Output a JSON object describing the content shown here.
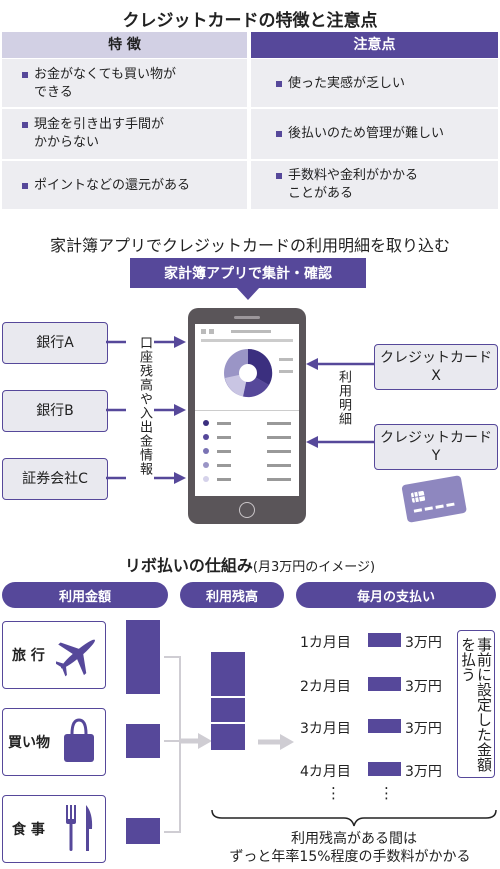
{
  "section1": {
    "title": "クレジットカードの特徴と注意点",
    "col_features": "特 徴",
    "col_cautions": "注意点",
    "rows": [
      {
        "feature_line1": "お金がなくても買い物が",
        "feature_line2": "できる",
        "caution_line1": "使った実感が乏しい",
        "caution_line2": ""
      },
      {
        "feature_line1": "現金を引き出す手間が",
        "feature_line2": "かからない",
        "caution_line1": "後払いのため管理が難しい",
        "caution_line2": ""
      },
      {
        "feature_line1": "ポイントなどの還元がある",
        "feature_line2": "",
        "caution_line1": "手数料や金利がかかる",
        "caution_line2": "ことがある"
      }
    ]
  },
  "section2": {
    "title": "家計簿アプリでクレジットカードの利用明細を取り込む",
    "app_label": "家計簿アプリで集計・確認",
    "left_sources": [
      "銀行A",
      "銀行B",
      "証券会社C"
    ],
    "left_caption": "口座残高や入出金情報",
    "right_sources": [
      {
        "line1": "クレジットカード",
        "line2": "X"
      },
      {
        "line1": "クレジットカード",
        "line2": "Y"
      }
    ],
    "right_caption": "利用明細",
    "colors": {
      "accent": "#56489a",
      "light": "#e9e9ef",
      "phone": "#5a5559"
    }
  },
  "section3": {
    "title": "リボ払いの仕組み",
    "subtitle": "(月3万円のイメージ)",
    "headers": [
      "利用金額",
      "利用残高",
      "毎月の支払い"
    ],
    "categories": [
      {
        "label": "旅 行",
        "icon": "airplane-icon"
      },
      {
        "label": "買い物",
        "icon": "shopping-bag-icon"
      },
      {
        "label": "食 事",
        "icon": "fork-knife-icon"
      }
    ],
    "months": [
      {
        "month": "1カ月目",
        "amount": "3万円"
      },
      {
        "month": "2カ月目",
        "amount": "3万円"
      },
      {
        "month": "3カ月目",
        "amount": "3万円"
      },
      {
        "month": "4カ月目",
        "amount": "3万円"
      }
    ],
    "ellipsis": "⋮",
    "side_note": "事前に設定した金額を払う",
    "footer_line1": "利用残高がある間は",
    "footer_line2": "ずっと年率15%程度の手数料がかかる"
  }
}
